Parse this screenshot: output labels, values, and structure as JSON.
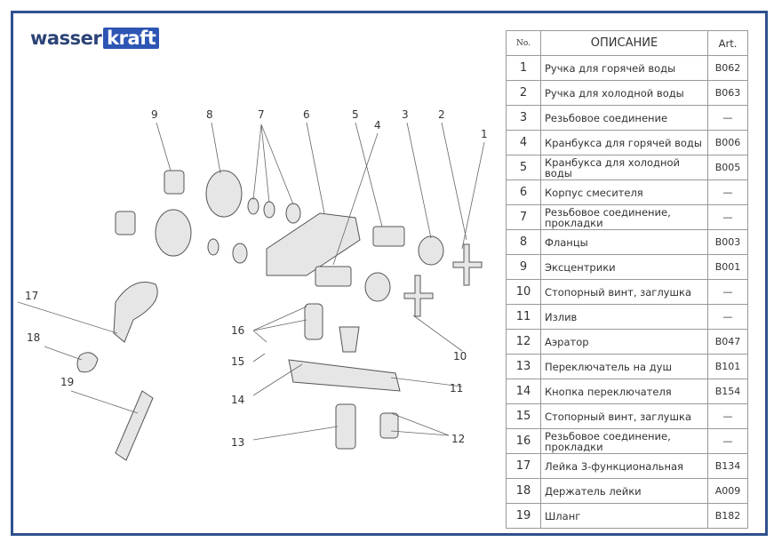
{
  "brand": {
    "part1": "wasser",
    "part2": "kraft"
  },
  "table": {
    "headers": {
      "no": "No.",
      "desc": "ОПИСАНИЕ",
      "art": "Art."
    },
    "rows": [
      {
        "no": "1",
        "desc": "Ручка для горячей воды",
        "art": "B062"
      },
      {
        "no": "2",
        "desc": "Ручка для холодной воды",
        "art": "B063"
      },
      {
        "no": "3",
        "desc": "Резьбовое соединение",
        "art": "—"
      },
      {
        "no": "4",
        "desc": "Кранбукса для горячей воды",
        "art": "B006"
      },
      {
        "no": "5",
        "desc": "Кранбукса для холодной воды",
        "art": "B005"
      },
      {
        "no": "6",
        "desc": "Корпус смесителя",
        "art": "—"
      },
      {
        "no": "7",
        "desc": "Резьбовое соединение, прокладки",
        "art": "—"
      },
      {
        "no": "8",
        "desc": "Фланцы",
        "art": "B003"
      },
      {
        "no": "9",
        "desc": "Эксцентрики",
        "art": "B001"
      },
      {
        "no": "10",
        "desc": "Стопорный винт, заглушка",
        "art": "—"
      },
      {
        "no": "11",
        "desc": "Излив",
        "art": "—"
      },
      {
        "no": "12",
        "desc": "Аэратор",
        "art": "B047"
      },
      {
        "no": "13",
        "desc": "Переключатель на душ",
        "art": "B101"
      },
      {
        "no": "14",
        "desc": "Кнопка переключателя",
        "art": "B154"
      },
      {
        "no": "15",
        "desc": "Стопорный винт, заглушка",
        "art": "—"
      },
      {
        "no": "16",
        "desc": "Резьбовое соединение, прокладки",
        "art": "—"
      },
      {
        "no": "17",
        "desc": "Лейка 3-функциональная",
        "art": "B134"
      },
      {
        "no": "18",
        "desc": "Держатель лейки",
        "art": "A009"
      },
      {
        "no": "19",
        "desc": "Шланг",
        "art": "B182"
      }
    ]
  },
  "diagram": {
    "callouts": [
      "1",
      "2",
      "3",
      "4",
      "5",
      "6",
      "7",
      "8",
      "9",
      "10",
      "11",
      "12",
      "13",
      "14",
      "15",
      "16",
      "17",
      "18",
      "19"
    ]
  }
}
